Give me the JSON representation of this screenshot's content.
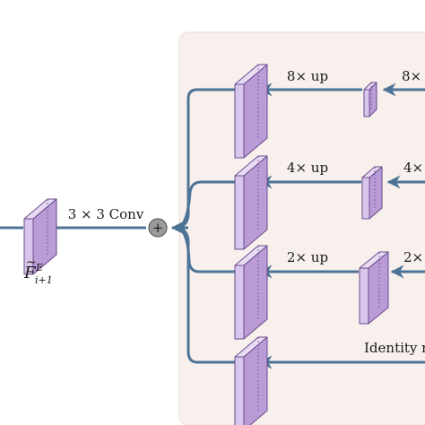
{
  "labels": {
    "conv": "3 × 3 Conv",
    "up8": "8× up",
    "up4": "4× up",
    "up2": "2× up",
    "up8_cut": "8×",
    "up4_cut": "4×",
    "up2_cut": "2×",
    "identity": "Identity r",
    "output_symbol": "F",
    "output_tilde": "~",
    "output_sup": "E",
    "output_sub": "i+1",
    "sum_symbol": "+"
  },
  "colors": {
    "panel_bg": "#f7f0ec",
    "panel_border": "#e9ded7",
    "block_front": "#d9c6ec",
    "block_side": "#b99bd6",
    "block_top": "#e8dcf4",
    "block_stroke": "#6a4c8c",
    "arrow": "#4d7396",
    "sum_fill": "#9a9a9a",
    "text": "#1a1a1a"
  }
}
